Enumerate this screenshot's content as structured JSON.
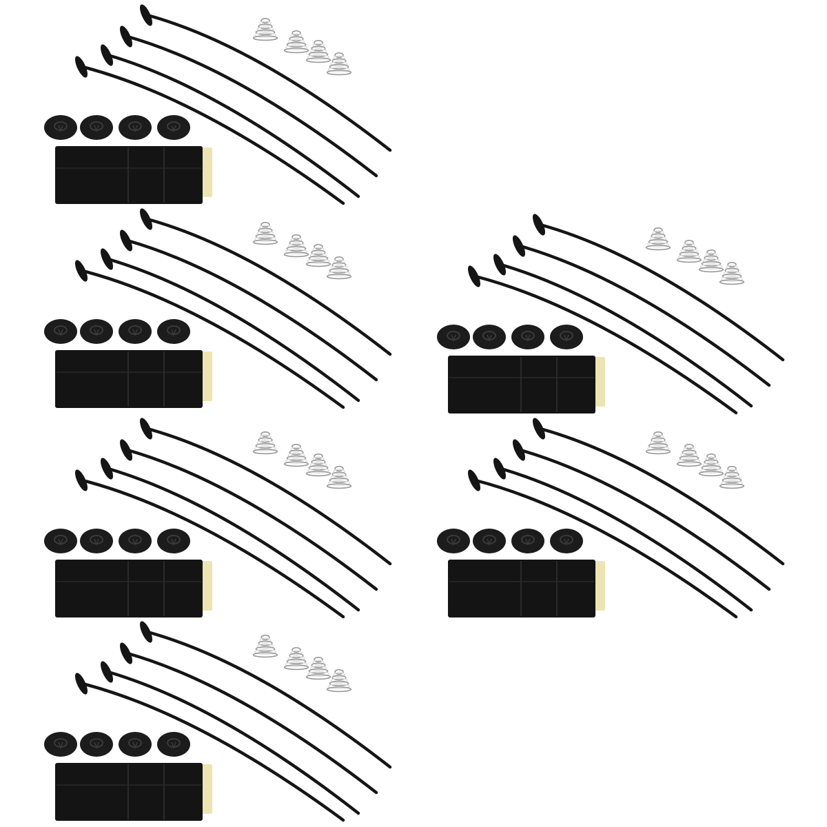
{
  "kit": {
    "count": 6,
    "parts_per_kit": {
      "pins": 4,
      "springs": 4,
      "washers": 4,
      "pads": 1
    }
  },
  "colors": {
    "background": "#ffffff",
    "pin": "#151515",
    "washer": "#1c1c1c",
    "washer_highlight": "#3a3a3a",
    "pad": "#141414",
    "pad_seam": "#2a2a2a",
    "pad_backing": "#ece5b3",
    "spring": "#9a9a9a",
    "spring_highlight": "#e0e0e0"
  },
  "icons": {
    "pin": "tie-pin-icon",
    "spring": "coil-spring-icon",
    "washer": "lock-washer-icon",
    "pad": "foam-pad-icon"
  }
}
